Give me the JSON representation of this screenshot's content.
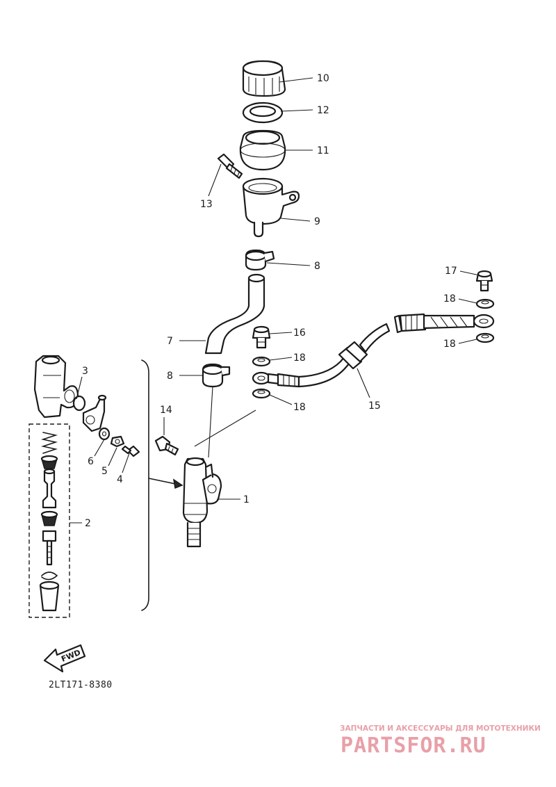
{
  "diagram": {
    "callouts": [
      "1",
      "2",
      "3",
      "4",
      "5",
      "6",
      "7",
      "8",
      "9",
      "10",
      "11",
      "12",
      "13",
      "14",
      "15",
      "16",
      "17",
      "18"
    ],
    "diagram_code": "2LT171-8380",
    "fwd_label": "FWD"
  },
  "watermark": {
    "tagline": "ЗАПЧАСТИ И АКСЕССУАРЫ ДЛЯ МОТОТЕХНИКИ",
    "logo_text": "PARTSFOR.RU",
    "color": "#e8a0a8"
  },
  "colors": {
    "ink": "#1a1a1a",
    "background": "#ffffff"
  }
}
